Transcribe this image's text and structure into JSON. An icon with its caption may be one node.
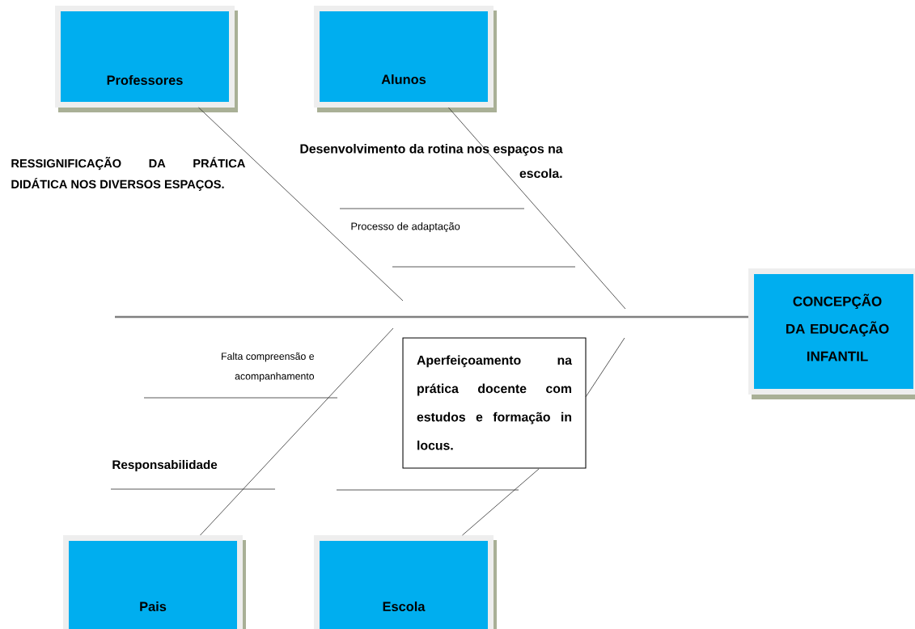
{
  "diagram": {
    "nodes": [
      {
        "text": [
          "Professores"
        ]
      },
      {
        "text": [
          "Alunos"
        ]
      },
      {
        "text": [
          "CONCEPÇÃO DA EDUCAÇÃO INFANTIL"
        ]
      },
      {
        "text": [
          "Aperfeiçoamento na prática docente com estudos e formação in locus."
        ]
      },
      {
        "text": [
          "Pais"
        ]
      },
      {
        "text": [
          "Escola"
        ]
      }
    ],
    "edges": [
      {
        "from": 0,
        "to": null,
        "arrow": "none"
      },
      {
        "from": 1,
        "to": null,
        "arrow": "none"
      },
      {
        "from": null,
        "to": 2,
        "arrow": "none",
        "style": "thick",
        "color": "#808080"
      },
      {
        "from": 4,
        "to": null,
        "arrow": "none"
      },
      {
        "from": 5,
        "to": null,
        "arrow": "none"
      }
    ],
    "labels": [
      "RESSIGNIFICAÇÃO DA PRÁTICA DIDÁTICA NOS DIVERSOS ESPAÇOS.",
      "Desenvolvimento da rotina nos espaços na escola.",
      "Processo de adaptação",
      "Falta compreensão e acompanhamento",
      "Responsabilidade"
    ]
  }
}
